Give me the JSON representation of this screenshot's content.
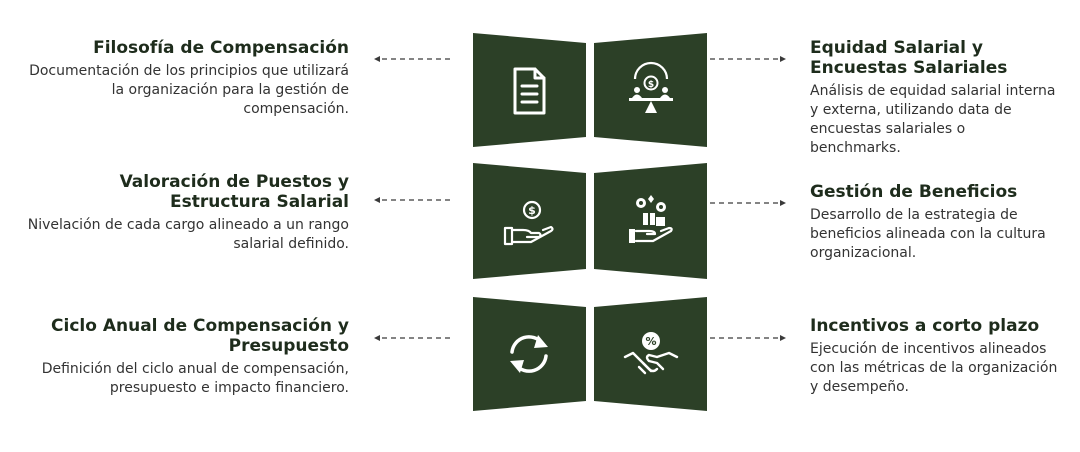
{
  "theme": {
    "panel_color": "#2c4027",
    "title_color": "#1e2c1c",
    "text_color": "#333333",
    "arrow_color": "#3a3a3a"
  },
  "items": [
    {
      "title": "Filosofía de Compensación",
      "desc": "Documentación de los principios que utilizará la organización para la gestión de compensación.",
      "icon": "document-icon"
    },
    {
      "title": "Equidad Salarial y Encuestas Salariales",
      "desc": "Análisis de equidad salarial interna y externa, utilizando data de encuestas salariales o benchmarks.",
      "icon": "balance-scale-money-icon"
    },
    {
      "title": "Valoración de Puestos y Estructura Salarial",
      "desc": "Nivelación de cada cargo alineado a un rango salarial definido.",
      "icon": "hand-coin-icon"
    },
    {
      "title": "Gestión de Beneficios",
      "desc": "Desarrollo de la estrategia de beneficios alineada con la cultura organizacional.",
      "icon": "hand-gifts-icon"
    },
    {
      "title": "Ciclo Anual de Compensación y Presupuesto",
      "desc": "Definición del ciclo anual de compensación, presupuesto e impacto financiero.",
      "icon": "cycle-arrows-icon"
    },
    {
      "title": "Incentivos a corto plazo",
      "desc": "Ejecución de incentivos alineados con las métricas de la organización y desempeño.",
      "icon": "handshake-percent-icon"
    }
  ]
}
